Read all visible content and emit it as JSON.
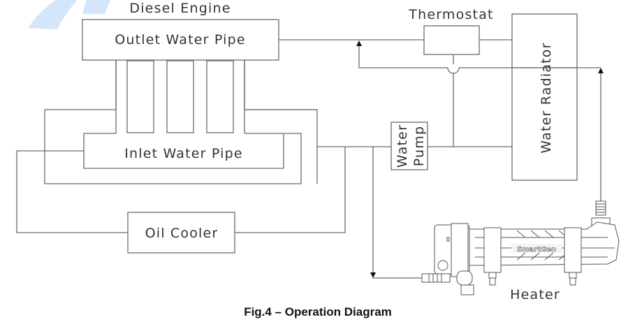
{
  "diagram": {
    "caption": "Fig.4 – Operation Diagram",
    "components": {
      "diesel_engine": "Diesel Engine",
      "outlet_water_pipe": "Outlet Water Pipe",
      "inlet_water_pipe": "Inlet Water Pipe",
      "oil_cooler": "Oil Cooler",
      "thermostat": "Thermostat",
      "water_pump_line1": "Water",
      "water_pump_line2": "Pump",
      "water_radiator": "Water Radiator",
      "heater": "Heater",
      "heater_brand": "SmartGen"
    },
    "colors": {
      "line": "#6a6a6a",
      "text": "#333333",
      "watermark": "#cfe3fb"
    }
  }
}
